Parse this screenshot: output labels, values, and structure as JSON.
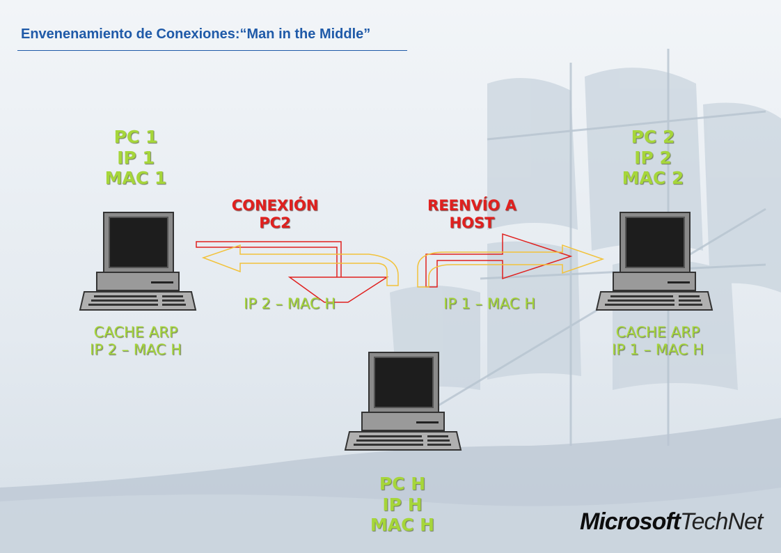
{
  "title": "Envenenamiento de Conexiones:“Man in the Middle”",
  "pc1": {
    "name": "PC 1",
    "ip": "IP 1",
    "mac": "MAC 1",
    "cache_title": "CACHE ARP",
    "cache_entry": "IP 2 – MAC H"
  },
  "pc2": {
    "name": "PC 2",
    "ip": "IP 2",
    "mac": "MAC 2",
    "cache_title": "CACHE ARP",
    "cache_entry": "IP 1 – MAC H"
  },
  "pch": {
    "name": "PC H",
    "ip": "IP H",
    "mac": "MAC H"
  },
  "arrows": {
    "left_red_line1": "CONEXIÓN",
    "left_red_line2": "PC2",
    "right_red_line1": "REENVÍO A",
    "right_red_line2": "HOST",
    "left_green": "IP 2 – MAC H",
    "right_green": "IP 1 – MAC H"
  },
  "logo": {
    "brand": "Microsoft",
    "product": "TechNet"
  },
  "colors": {
    "label_green": "#a6d63a",
    "label_red": "#e0201e",
    "arrow_red": "#e0201e",
    "arrow_yellow": "#f2c23a",
    "title_blue": "#1f5aa8"
  }
}
